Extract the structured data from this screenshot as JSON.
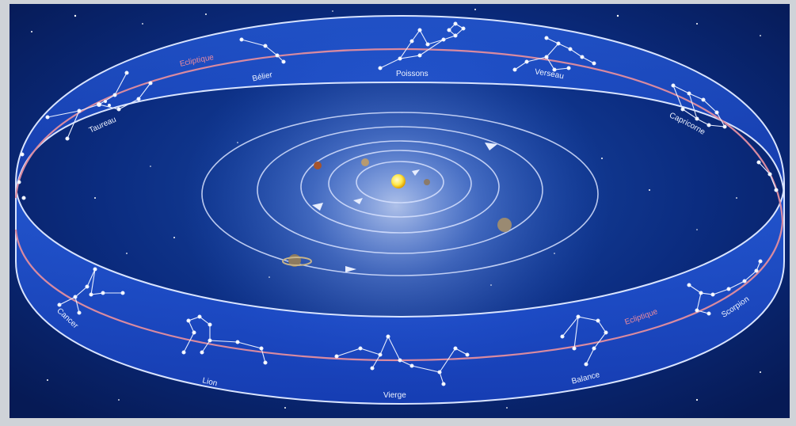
{
  "labels": {
    "ecliptic_upper": "Ecliptique",
    "ecliptic_lower": "Ecliptique",
    "belier": "Bélier",
    "poissons": "Poissons",
    "verseau": "Verseau",
    "capricorne": "Capricorne",
    "taureau": "Taureau",
    "cancer": "Cancer",
    "lion": "Lion",
    "vierge": "Vierge",
    "balance": "Balance",
    "scorpion": "Scorpion"
  },
  "colors": {
    "space": "#0a2a78",
    "band": "#1f4fd6",
    "ecliptic_line": "#d98aa0",
    "sun": "#ffe94a",
    "orbit": "#d8e2ff"
  }
}
